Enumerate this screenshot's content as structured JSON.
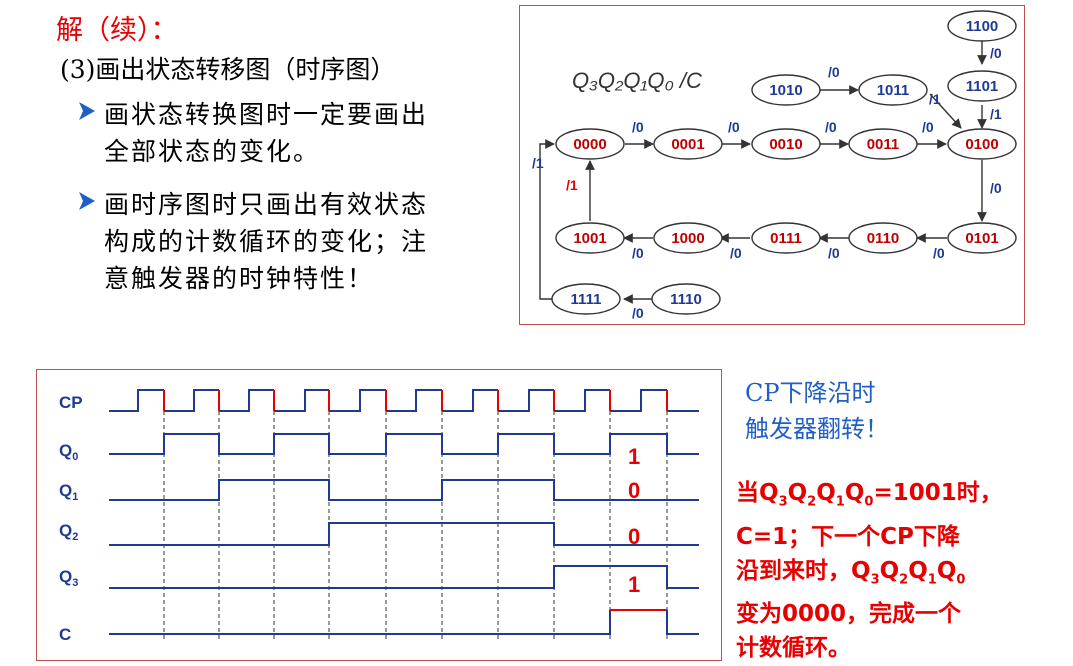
{
  "title": "解（续）：",
  "subtitle": "(3)画出状态转移图（时序图）",
  "bullets": [
    {
      "lines": [
        "画状态转换图时一定要画出",
        "全部状态的变化。"
      ]
    },
    {
      "lines": [
        "画时序图时只画出有效状态",
        "构成的计数循环的变化；注",
        "意触发器的时钟特性！"
      ]
    }
  ],
  "state_diagram": {
    "header": "Q₃Q₂Q₁Q₀ /C",
    "states": [
      "1100",
      "1101",
      "1010",
      "1011",
      "0000",
      "0001",
      "0010",
      "0011",
      "0100",
      "1001",
      "1000",
      "0111",
      "0110",
      "0101",
      "1111",
      "1110"
    ],
    "labels": {
      "l1100_1101": "/0",
      "l1010_1011": "/0",
      "l1011_0100": "/1",
      "l1101_0100": "/1",
      "l0000_0001": "/0",
      "l0001_0010": "/0",
      "l0010_0011": "/0",
      "l0011_0100": "/0",
      "l0100_0101": "/0",
      "l0101_0110": "/0",
      "l0110_0111": "/0",
      "l0111_1000": "/0",
      "l1000_1001": "/0",
      "l1001_0000": "/1",
      "l1111_0000": "/1",
      "l1110_1111": "/0"
    },
    "colors": {
      "valid_text": "#c00000",
      "invalid_text": "#1f3a93",
      "arrow": "#333333"
    }
  },
  "timing": {
    "signals": [
      "CP",
      "Q0",
      "Q1",
      "Q2",
      "Q3",
      "C"
    ],
    "annotations": [
      "1",
      "0",
      "0",
      "1"
    ],
    "colors": {
      "line": "#1f3a93",
      "edge": "#e60000",
      "label": "#1f3a93"
    }
  },
  "notes": {
    "note1_lines": [
      "CP下降沿时",
      "触发器翻转！"
    ],
    "note2_lines": [
      "当Q3Q2Q1Q0=1001时，",
      "C=1；下一个CP下降",
      "沿到来时，Q3Q2Q1Q0",
      "变为0000，完成一个",
      "计数循环。"
    ]
  }
}
